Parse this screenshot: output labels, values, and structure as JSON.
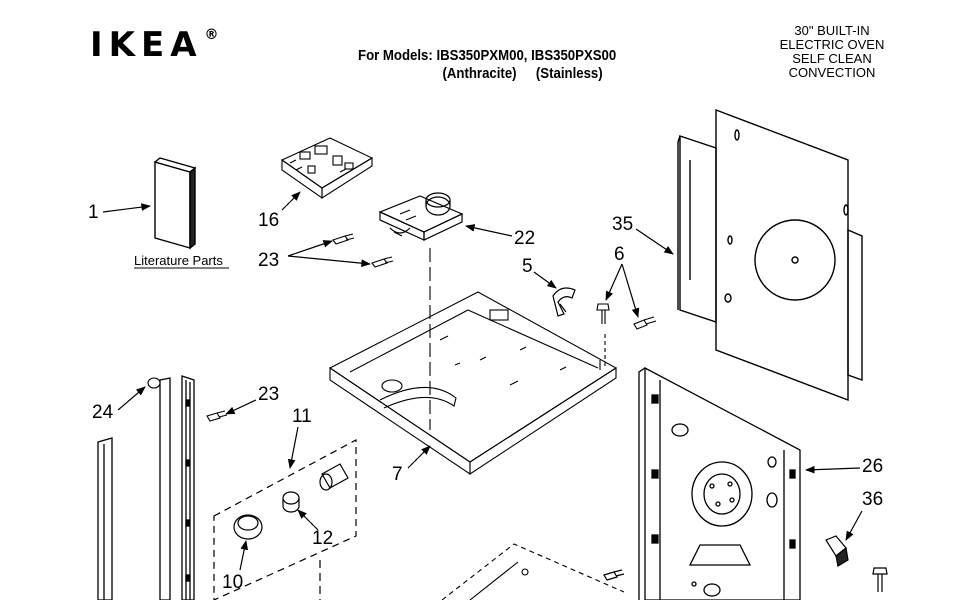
{
  "header": {
    "brand": "IKEA",
    "registered": "®",
    "models_line": "For Models: IBS350PXM00, IBS350PXS00",
    "finish_1": "(Anthracite)",
    "finish_2": "(Stainless)",
    "product_lines": [
      "30\" BUILT-IN",
      "ELECTRIC OVEN",
      "SELF CLEAN",
      "CONVECTION"
    ]
  },
  "literature_label": "Literature Parts",
  "callouts": {
    "c1": "1",
    "c16": "16",
    "c23a": "23",
    "c22": "22",
    "c35": "35",
    "c5": "5",
    "c6": "6",
    "c24": "24",
    "c23b": "23",
    "c11": "11",
    "c7": "7",
    "c26": "26",
    "c36": "36",
    "c12": "12",
    "c10": "10"
  }
}
